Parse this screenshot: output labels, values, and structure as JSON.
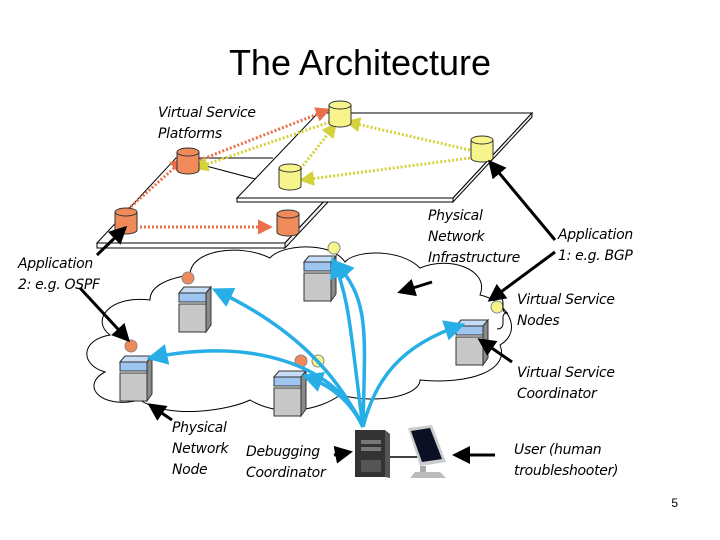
{
  "slide": {
    "title": "The Architecture",
    "page_number": "5",
    "labels": {
      "virtual_service_platforms": [
        "Virtual Service",
        "Platforms"
      ],
      "physical_network_infrastructure": [
        "Physical",
        "Network",
        "Infrastructure"
      ],
      "application_1": [
        "Application",
        "1: e.g. BGP"
      ],
      "application_2": [
        "Application",
        "2: e.g. OSPF"
      ],
      "virtual_service_nodes": [
        "Virtual Service",
        "Nodes"
      ],
      "virtual_service_coordinator": [
        "Virtual Service",
        "Coordinator"
      ],
      "physical_network_node": [
        "Physical",
        "Network",
        "Node"
      ],
      "debugging_coordinator": [
        "Debugging",
        "Coordinator"
      ],
      "user": [
        "User (human",
        "troubleshooter)"
      ]
    },
    "colors": {
      "app1_yellow": "#f6f48a",
      "app2_orange": "#f08a5a",
      "control_blue": "#27aee6",
      "server_top": "#9ec5ef",
      "server_body": "#c8c8c8"
    }
  }
}
